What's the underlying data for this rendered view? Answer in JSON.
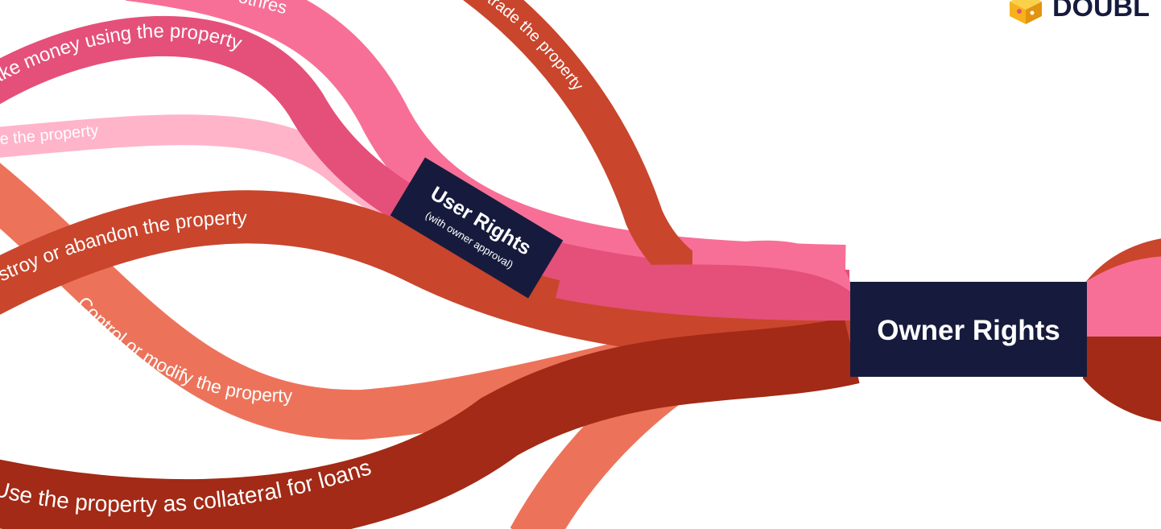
{
  "brand": {
    "name": "DOUBL",
    "logo_icon": "cube-logo-icon"
  },
  "owner_box": {
    "title": "Owner Rights"
  },
  "user_box": {
    "title": "User Rights",
    "subtitle": "(with owner approval)"
  },
  "ribbons": {
    "others": "othres",
    "trade": "r trade the property",
    "make_money": "Make money using the property",
    "use": "se the property",
    "destroy": "estroy or abandon the property",
    "control": "Control or modify the property",
    "collateral": "Use the property as collateral for loans"
  },
  "colors": {
    "navy": "#161b3d",
    "pink_light": "#ffb4c9",
    "pink": "#f76f97",
    "rose": "#e45079",
    "salmon": "#ec735a",
    "orange_red": "#c9452c",
    "dark_red": "#a22a16",
    "brand_yellow": "#f6b21a"
  }
}
